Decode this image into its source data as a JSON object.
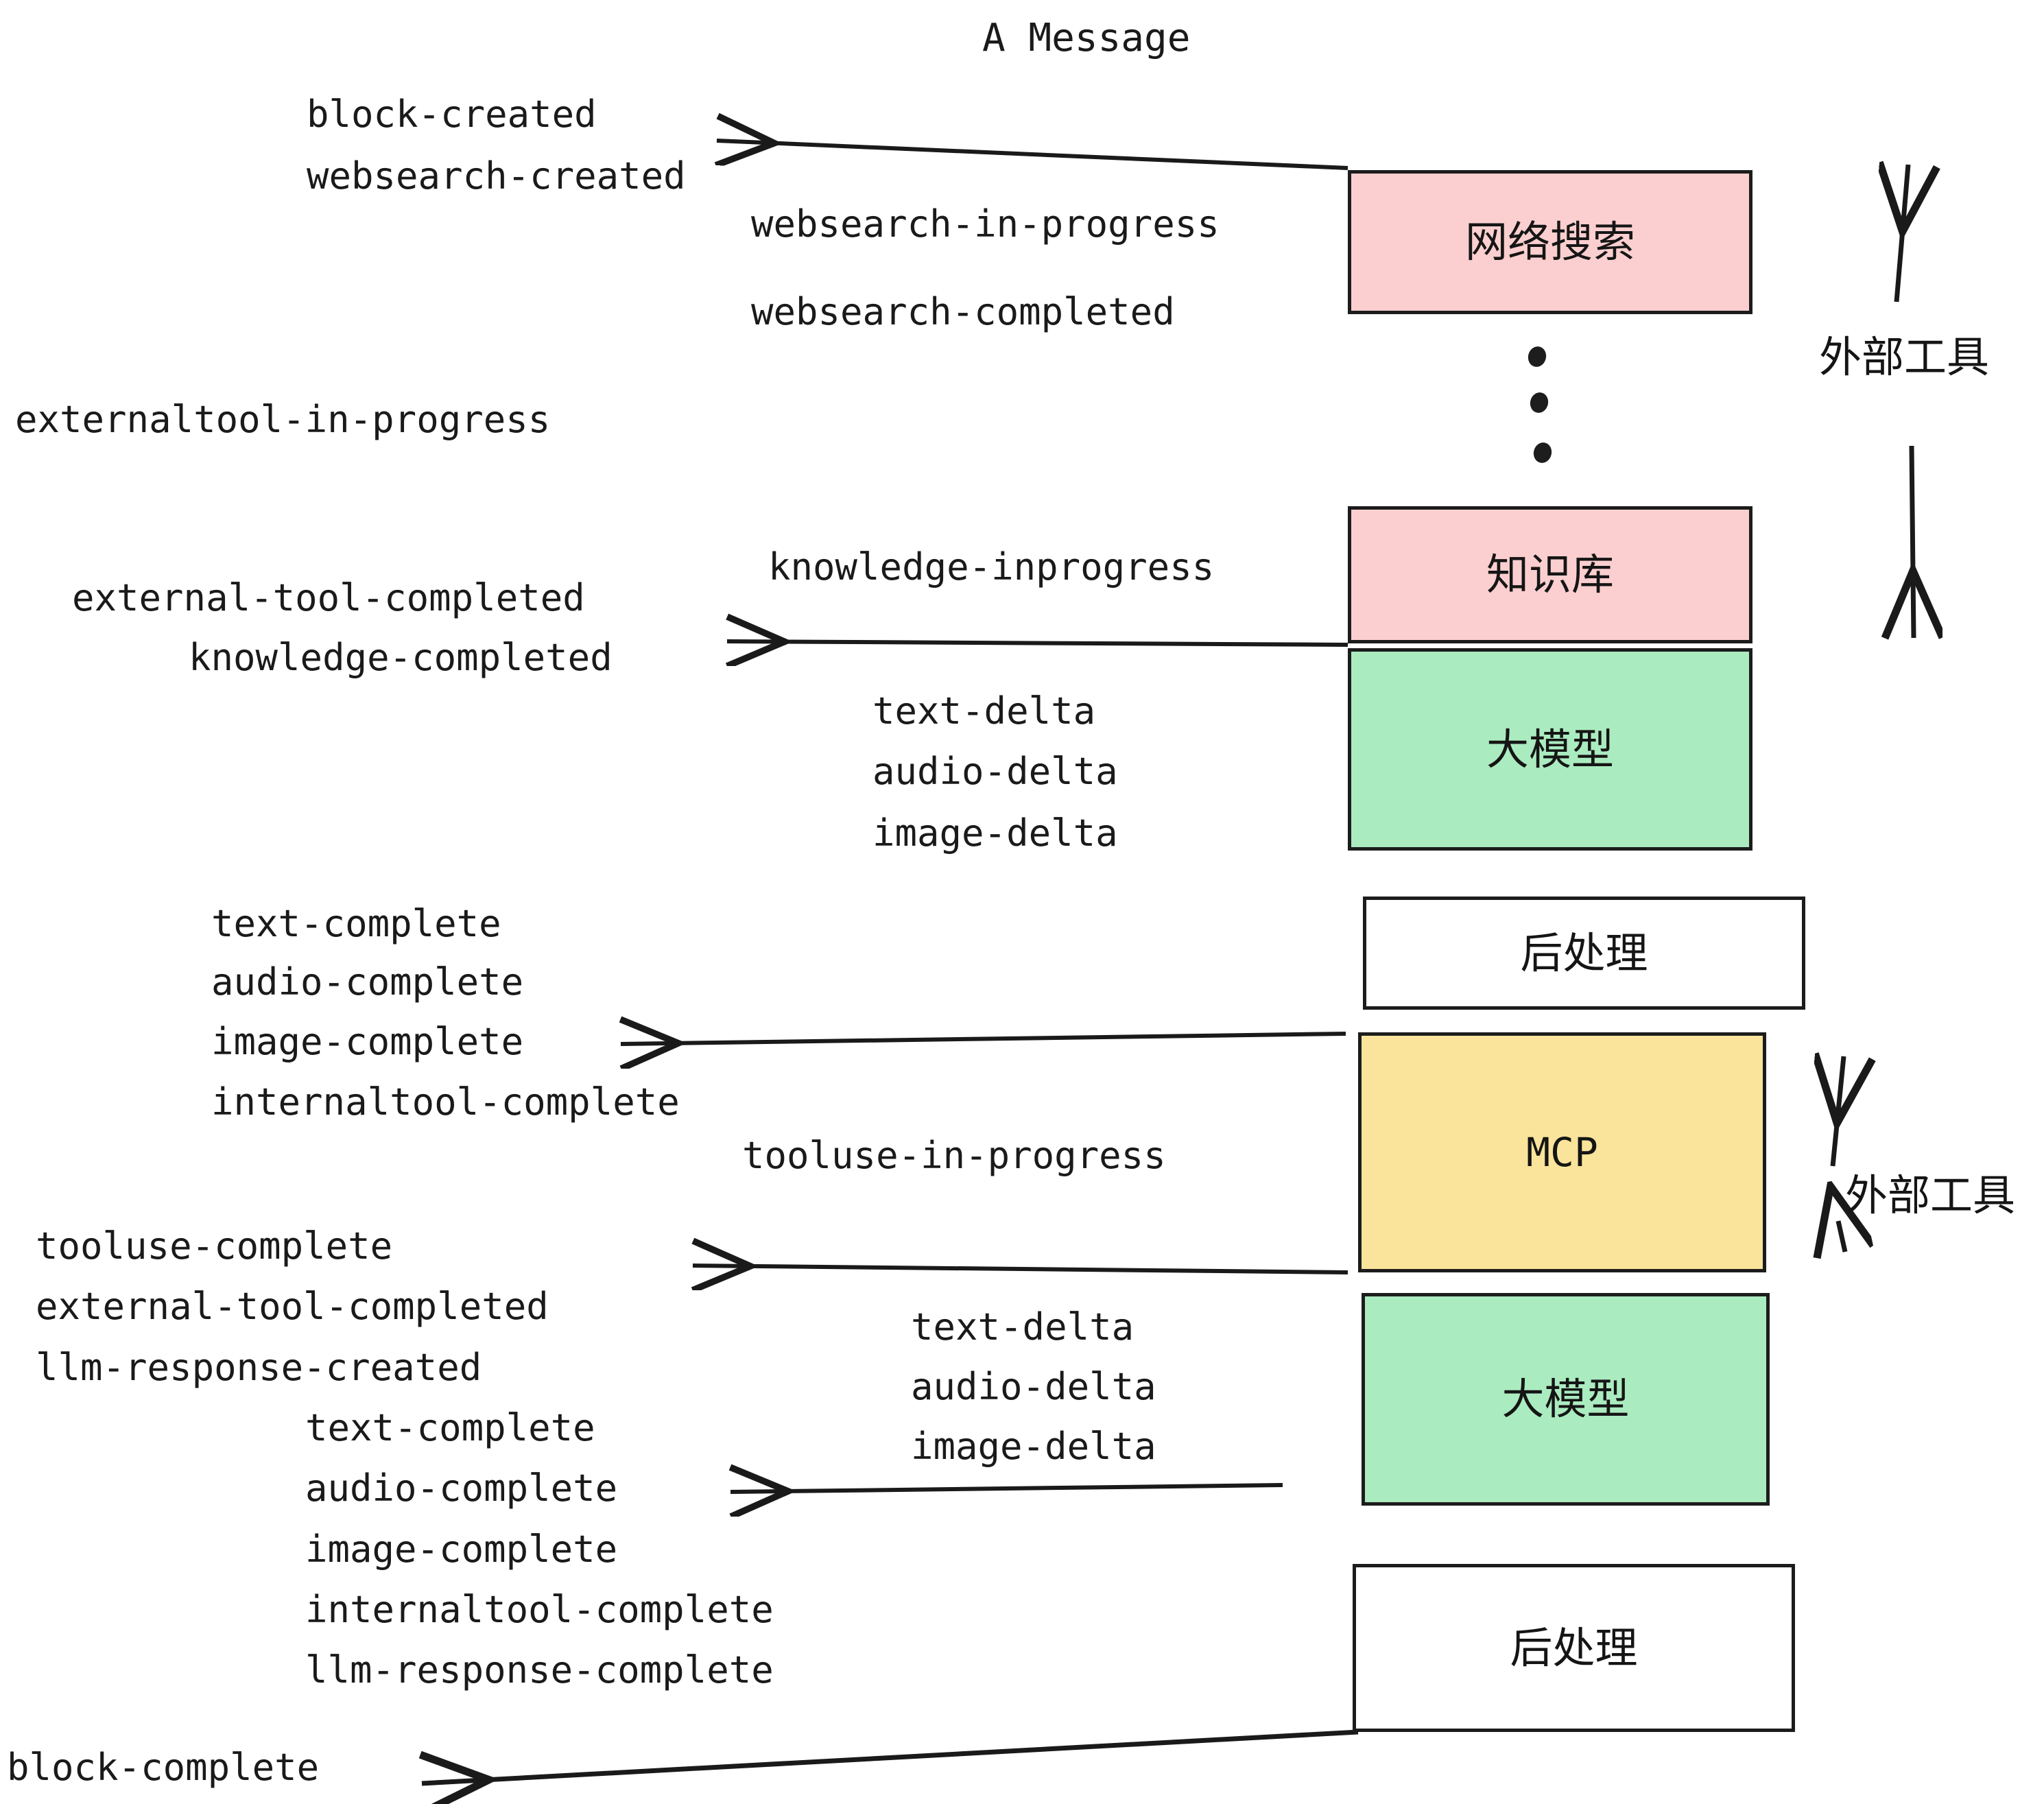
{
  "diagram": {
    "title": "A Message",
    "colors": {
      "pink": "#FBCFCF",
      "green": "#ABEBC0",
      "yellow": "#FAE49B",
      "white": "#FFFFFF",
      "stroke": "#1C1C1C",
      "text": "#1A1A1A"
    },
    "nodes": [
      {
        "id": "websearch",
        "label": "网络搜索",
        "fill": "#FBCFCF"
      },
      {
        "id": "knowledge",
        "label": "知识库",
        "fill": "#FBCFCF"
      },
      {
        "id": "llm-1",
        "label": "大模型",
        "fill": "#ABEBC0"
      },
      {
        "id": "postprocess-1",
        "label": "后处理",
        "fill": "#FFFFFF"
      },
      {
        "id": "mcp",
        "label": "MCP",
        "fill": "#FAE49B"
      },
      {
        "id": "llm-2",
        "label": "大模型",
        "fill": "#ABEBC0"
      },
      {
        "id": "postprocess-2",
        "label": "后处理",
        "fill": "#FFFFFF"
      }
    ],
    "side_labels": [
      {
        "id": "external-tools-top",
        "label": "外部工具"
      },
      {
        "id": "external-tools-bottom",
        "label": "外部工具"
      }
    ],
    "events": {
      "block_created": "block-created",
      "websearch_created": "websearch-created",
      "websearch_in_progress": "websearch-in-progress",
      "websearch_completed": "websearch-completed",
      "externaltool_in_progress": "externaltool-in-progress",
      "knowledge_inprogress": "knowledge-inprogress",
      "external_tool_completed_1": "external-tool-completed",
      "knowledge_completed": "knowledge-completed",
      "text_delta_1": "text-delta",
      "audio_delta_1": "audio-delta",
      "image_delta_1": "image-delta",
      "text_complete_1": "text-complete",
      "audio_complete_1": "audio-complete",
      "image_complete_1": "image-complete",
      "internaltool_complete_1": "internaltool-complete",
      "tooluse_in_progress": "tooluse-in-progress",
      "tooluse_complete": "tooluse-complete",
      "external_tool_completed_2": "external-tool-completed",
      "llm_response_created": "llm-response-created",
      "text_delta_2": "text-delta",
      "audio_delta_2": "audio-delta",
      "image_delta_2": "image-delta",
      "text_complete_2": "text-complete",
      "audio_complete_2": "audio-complete",
      "image_complete_2": "image-complete",
      "internaltool_complete_2": "internaltool-complete",
      "llm_response_complete": "llm-response-complete",
      "block_complete": "block-complete"
    }
  }
}
